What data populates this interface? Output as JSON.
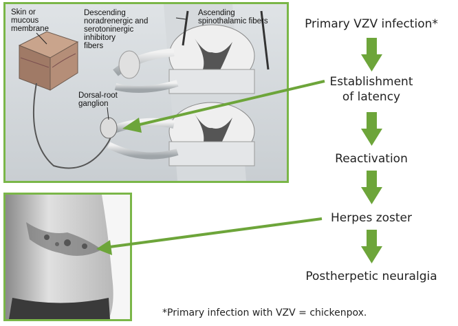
{
  "anatomy_labels": {
    "skin": "Skin or\nmucous\nmembrane",
    "descending": "Descending\nnoradrenergic and\nserotoninergic\ninhibitory\nfibers",
    "ascending": "Ascending\nspinothalamic fibers",
    "drg": "Dorsal-root\nganglion"
  },
  "flow_steps": [
    "Primary VZV infection*",
    "Establishment\nof latency",
    "Reactivation",
    "Herpes zoster",
    "Postherpetic neuralgia"
  ],
  "footnote": "*Primary infection with VZV = chickenpox.",
  "colors": {
    "accent_green": "#6da53a",
    "border_green": "#7ab648"
  }
}
